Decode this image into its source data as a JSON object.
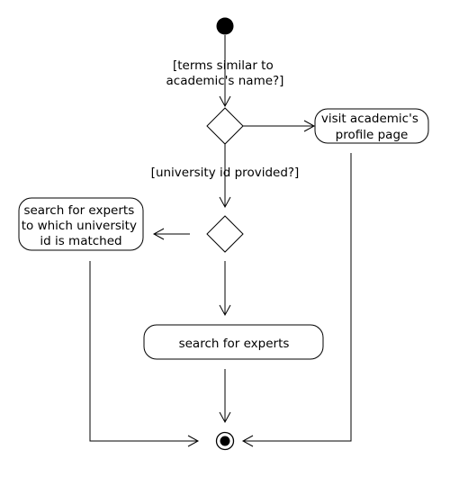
{
  "diagram": {
    "guards": {
      "terms_similar": [
        "[terms similar to",
        "academic's name?]"
      ],
      "university_id": [
        "[university id provided?]"
      ]
    },
    "actions": {
      "visit_profile": [
        "visit academic's",
        "profile page"
      ],
      "search_matched": [
        "search for experts",
        "to which university",
        "id is matched"
      ],
      "search_experts": [
        "search for experts"
      ]
    }
  }
}
